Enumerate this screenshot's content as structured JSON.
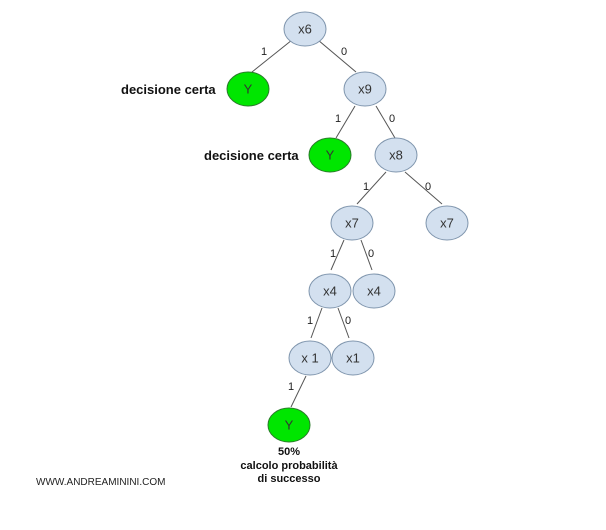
{
  "colors": {
    "internal_fill": "#d3e0ef",
    "internal_stroke": "#7f95ad",
    "leaf_fill": "#00e600",
    "leaf_stroke": "#2a7a2a"
  },
  "nodes": {
    "root": "x6",
    "x9": "x9",
    "leaf_1": "Y",
    "x8": "x8",
    "leaf_2": "Y",
    "x7_a": "x7",
    "x7_b": "x7",
    "x4_a": "x4",
    "x4_b": "x4",
    "x1_a": "x 1",
    "x1_b": "x1",
    "leaf_3": "Y"
  },
  "edges": {
    "root_leaf1": "1",
    "root_x9": "0",
    "x9_leaf2": "1",
    "x9_x8": "0",
    "x8_x7a": "1",
    "x8_x7b": "0",
    "x7a_x4a": "1",
    "x7a_x4b": "0",
    "x4a_x1a": "1",
    "x4a_x1b": "0",
    "x1a_leaf3": "1"
  },
  "labels": {
    "decision_1": "decisione certa",
    "decision_2": "decisione certa",
    "note_line1": "50%",
    "note_line2": "calcolo probabilità",
    "note_line3": "di successo"
  },
  "footer": "WWW.ANDREAMININI.COM"
}
